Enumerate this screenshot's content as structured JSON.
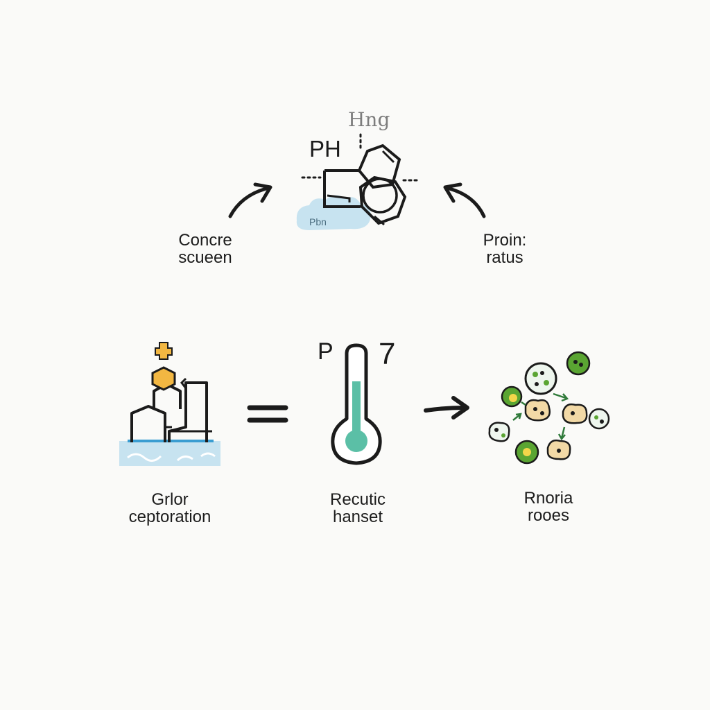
{
  "colors": {
    "ink": "#1b1b1b",
    "water_blue": "#bfe0ee",
    "water_light": "#d8eef6",
    "teal_liquid": "#5bbfa6",
    "gold": "#f2b742",
    "green_microbe": "#5aa532",
    "gray_label": "#7d7d7d",
    "background": "#fafaf8"
  },
  "top": {
    "molecule": {
      "icon": "molecule-structure-icon",
      "label_main": "PH",
      "label_top": "Hng",
      "label_cloud": "Pbn"
    },
    "left_label": [
      "Concre",
      "scueen"
    ],
    "right_label": [
      "Proin:",
      "ratus"
    ]
  },
  "bottom": {
    "left": {
      "icon": "buildings-in-water-icon",
      "label": [
        "Grlor",
        "ceptoration"
      ]
    },
    "equals_icon": "equals-icon",
    "middle": {
      "icon": "thermometer-icon",
      "tag_left": "P",
      "tag_right": "7",
      "label": [
        "Recutic",
        "hanset"
      ]
    },
    "arrow_icon": "right-arrow-icon",
    "right": {
      "icon": "microbe-cluster-icon",
      "label": [
        "Rnoria",
        "rooes"
      ]
    }
  }
}
